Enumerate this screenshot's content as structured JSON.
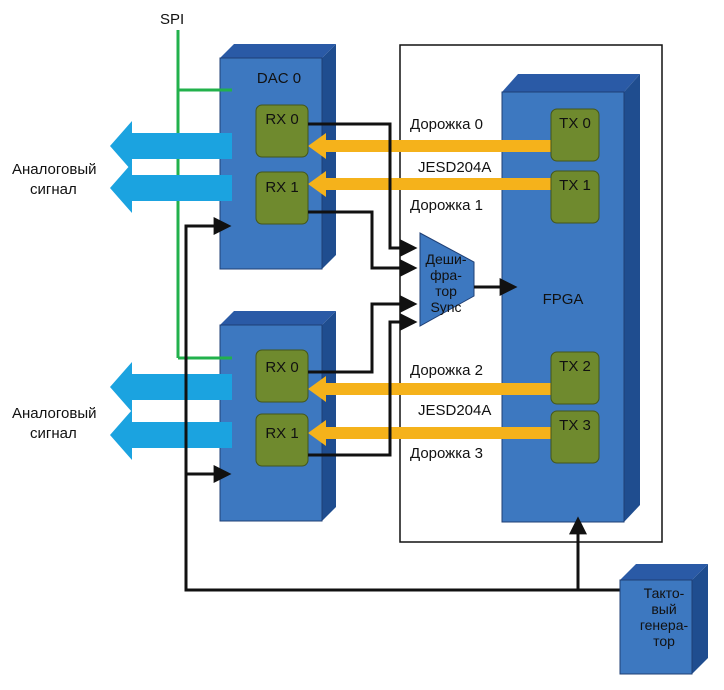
{
  "spi_label": "SPI",
  "dac0_label": "DAC 0",
  "fpga_label": "FPGA",
  "rx": [
    "RX 0",
    "RX 1",
    "RX 0",
    "RX 1"
  ],
  "tx": [
    "TX 0",
    "TX 1",
    "TX 2",
    "TX 3"
  ],
  "lanes": [
    "Дорожка 0",
    "Дорожка 1",
    "Дорожка 2",
    "Дорожка 3"
  ],
  "jesd": [
    "JESD204A",
    "JESD204A"
  ],
  "analog": {
    "top": [
      "Аналоговый",
      "сигнал"
    ],
    "bottom": [
      "Аналоговый",
      "сигнал"
    ]
  },
  "decoder_lines": [
    "Деши-",
    "фра-",
    "тор",
    "Sync"
  ],
  "clock_lines": [
    "Такто-",
    "вый",
    "генера-",
    "тор"
  ],
  "colors": {
    "block_blue": "#3d78c0",
    "block_dark": "#1f4d8f",
    "rx_green": "#6f8a2e",
    "arrow_blue": "#1ba3e0",
    "arrow_orange": "#f5b21b",
    "spi_green": "#22b14c"
  }
}
